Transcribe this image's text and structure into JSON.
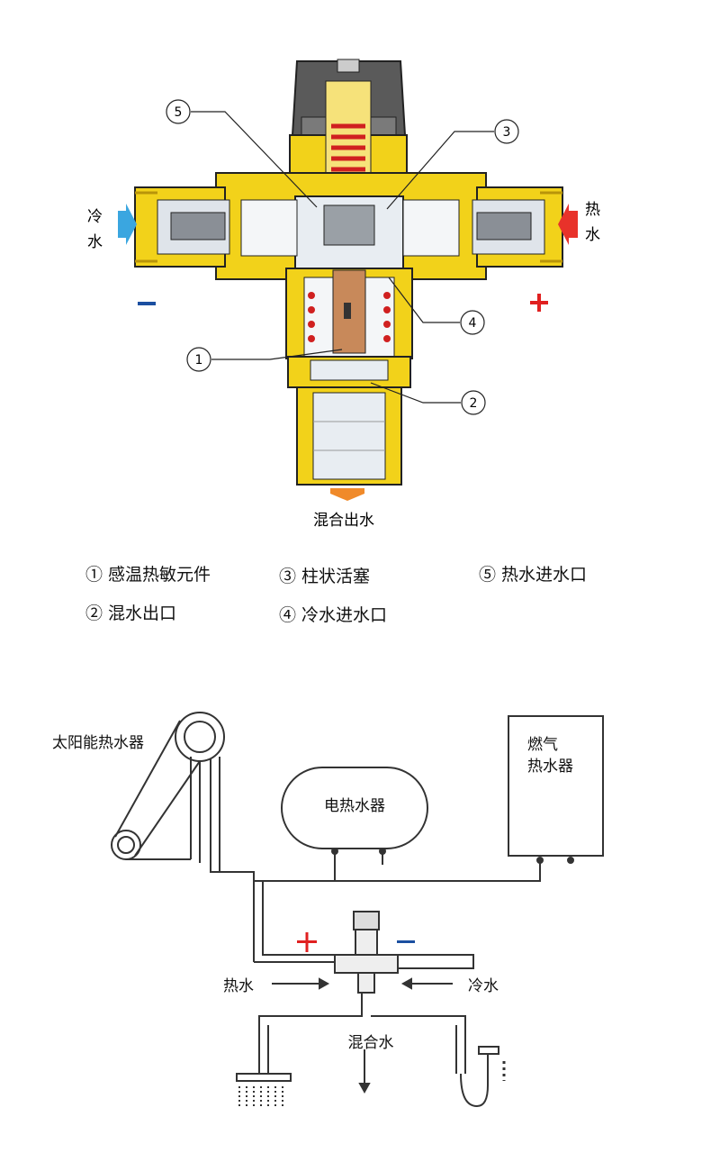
{
  "valve": {
    "cold_label_1": "冷",
    "cold_label_2": "水",
    "hot_label_1": "热",
    "hot_label_2": "水",
    "minus_sign": "−",
    "plus_sign": "+",
    "outlet_label": "混合出水",
    "callouts": [
      "1",
      "2",
      "3",
      "4",
      "5"
    ]
  },
  "legend": [
    "① 感温热敏元件",
    "③ 柱状活塞",
    "⑤ 热水进水口",
    "② 混水出口",
    "④ 冷水进水口"
  ],
  "system": {
    "solar_label": "太阳能热水器",
    "electric_label": "电热水器",
    "gas_label_1": "燃气",
    "gas_label_2": "热水器",
    "plus_sign": "+",
    "minus_sign": "−",
    "hot_label": "热水",
    "cold_label": "冷水",
    "mixed_label": "混合水"
  },
  "colors": {
    "brass": "#f2d21a",
    "brass_dark": "#b8940a",
    "cold_arrow": "#3aa6e0",
    "hot_arrow": "#e8322a",
    "plus_red": "#e02020",
    "minus_blue": "#1b4fa0",
    "outlet_arrow": "#f08a2a",
    "cap_gray": "#555555",
    "pipe_line": "#333333"
  }
}
